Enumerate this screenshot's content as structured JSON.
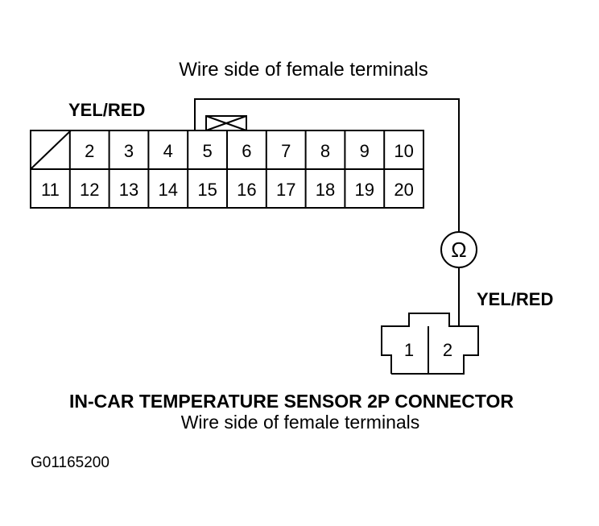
{
  "top_caption": "Wire side of female terminals",
  "top_wire_label": "YEL/RED",
  "big_connector": {
    "row1": [
      "",
      "2",
      "3",
      "4",
      "5",
      "6",
      "7",
      "8",
      "9",
      "10"
    ],
    "row2": [
      "11",
      "12",
      "13",
      "14",
      "15",
      "16",
      "17",
      "18",
      "19",
      "20"
    ]
  },
  "meter_symbol": "Ω",
  "meter_icon": "ohmmeter-icon",
  "right_wire_label": "YEL/RED",
  "small_connector": {
    "pins": [
      "1",
      "2"
    ]
  },
  "sensor_title": "IN-CAR TEMPERATURE SENSOR 2P CONNECTOR",
  "sensor_subtitle": "Wire side of female terminals",
  "figure_code": "G01165200"
}
